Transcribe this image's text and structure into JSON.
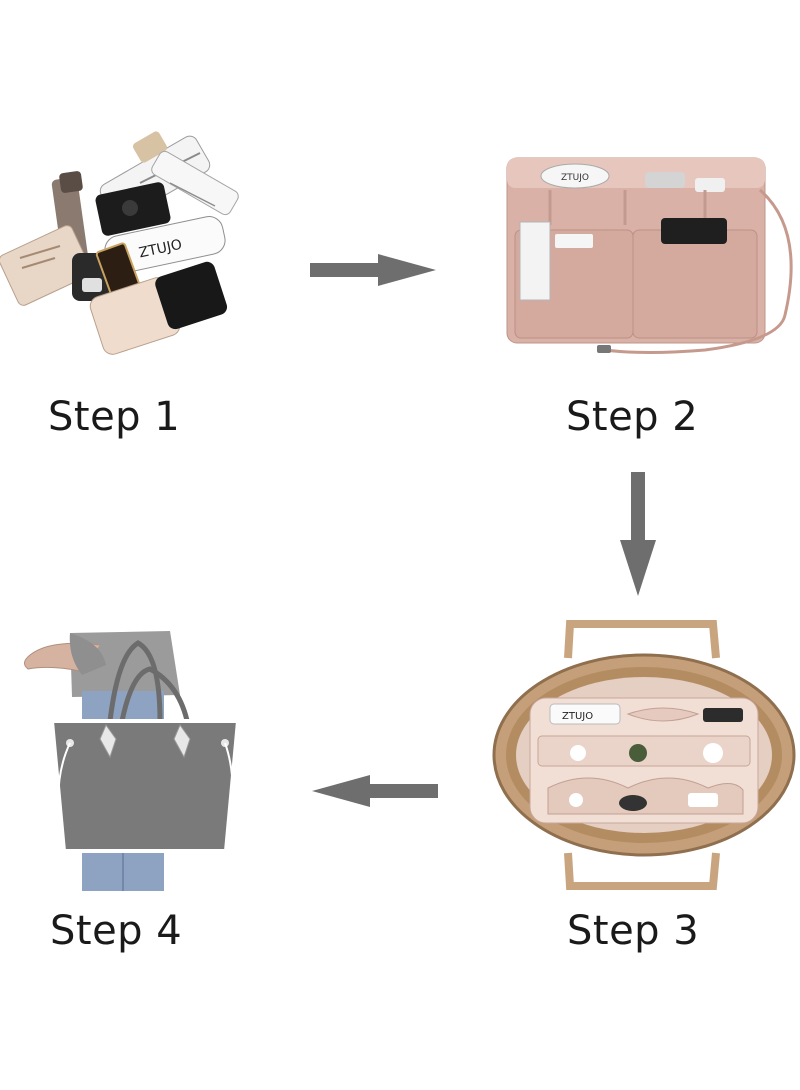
{
  "steps": [
    {
      "label": "Step 1",
      "illustration": "cosmetics-pile"
    },
    {
      "label": "Step 2",
      "illustration": "felt-organizer-insert"
    },
    {
      "label": "Step 3",
      "illustration": "organizer-inside-tote"
    },
    {
      "label": "Step 4",
      "illustration": "person-carrying-tote"
    }
  ],
  "product_text": {
    "cosmetic_brand": "ZTUJO",
    "organizer_brand": "ZTUJO"
  },
  "colors": {
    "arrow": "#6e6e6e",
    "felt": "#d9b1a6",
    "tote_gray": "#7a7a7a",
    "tote_trim": "#c9a57f",
    "label_text": "#1a1a1a"
  },
  "arrows": [
    {
      "from": "step-1",
      "to": "step-2",
      "direction": "right"
    },
    {
      "from": "step-2",
      "to": "step-3",
      "direction": "down"
    },
    {
      "from": "step-3",
      "to": "step-4",
      "direction": "left"
    }
  ]
}
